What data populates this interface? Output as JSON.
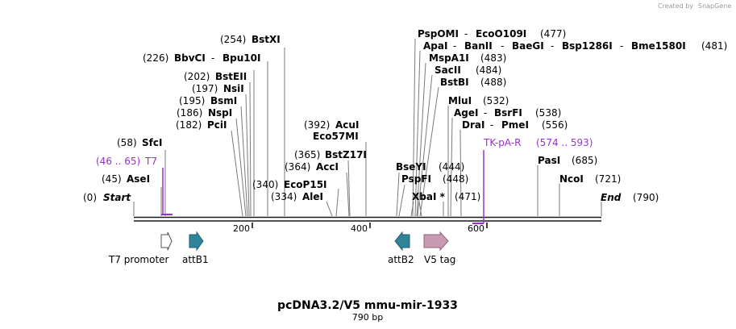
{
  "credit": {
    "text": "Created by",
    "brand": "SnapGene"
  },
  "title": "pcDNA3.2/V5 mmu-mir-1933",
  "subtitle": "790 bp",
  "ruler": {
    "ticks": [
      "200",
      "400",
      "600"
    ]
  },
  "ends": {
    "start": {
      "pos": "(0)",
      "label": "Start"
    },
    "end": {
      "label": "End",
      "pos": "(790)"
    }
  },
  "sites_left": [
    {
      "pos": "(254)",
      "name": "BstXI"
    },
    {
      "pos": "(226)",
      "name": "BbvCI",
      "extra": "Bpu10I"
    },
    {
      "pos": "(202)",
      "name": "BstEII"
    },
    {
      "pos": "(197)",
      "name": "NsiI"
    },
    {
      "pos": "(195)",
      "name": "BsmI"
    },
    {
      "pos": "(186)",
      "name": "NspI"
    },
    {
      "pos": "(182)",
      "name": "PciI"
    },
    {
      "pos": "(58)",
      "name": "SfcI"
    },
    {
      "pos": "(45)",
      "name": "AseI"
    }
  ],
  "sites_mid": [
    {
      "pos": "(392)",
      "name": "AcuI"
    },
    {
      "name": "Eco57MI"
    },
    {
      "pos": "(365)",
      "name": "BstZ17I"
    },
    {
      "pos": "(364)",
      "name": "AccI"
    },
    {
      "pos": "(340)",
      "name": "EcoP15I"
    },
    {
      "pos": "(334)",
      "name": "AleI"
    }
  ],
  "sites_right": [
    {
      "name": "PspOMI",
      "extra": "EcoO109I",
      "pos": "(477)"
    },
    {
      "name": "ApaI",
      "extra": "BanII",
      "extra2": "BaeGI",
      "extra3": "Bsp1286I",
      "extra4": "Bme1580I",
      "pos": "(481)"
    },
    {
      "name": "MspA1I",
      "pos": "(483)"
    },
    {
      "name": "SacII",
      "pos": "(484)"
    },
    {
      "name": "BstBI",
      "pos": "(488)"
    },
    {
      "name": "MluI",
      "pos": "(532)"
    },
    {
      "name": "AgeI",
      "extra": "BsrFI",
      "pos": "(538)"
    },
    {
      "name": "DraI",
      "extra": "PmeI",
      "pos": "(556)"
    },
    {
      "name": "BseYI",
      "pos": "(444)"
    },
    {
      "name": "PspFI",
      "pos": "(448)"
    },
    {
      "name": "XbaI *",
      "pos": "(471)"
    },
    {
      "name": "PasI",
      "pos": "(685)"
    },
    {
      "name": "NcoI",
      "pos": "(721)"
    }
  ],
  "primers": [
    {
      "range": "(46 .. 65)",
      "name": "T7"
    },
    {
      "name": "TK-pA-R",
      "range": "(574 .. 593)"
    }
  ],
  "features": [
    {
      "name": "T7 promoter",
      "color": "#ffffff"
    },
    {
      "name": "attB1",
      "color": "#2f8597"
    },
    {
      "name": "attB2",
      "color": "#2f8597"
    },
    {
      "name": "V5 tag",
      "color": "#c99bb2"
    }
  ],
  "colors": {
    "primer": "#9b30d0",
    "backbone": "#1a1a1a"
  }
}
